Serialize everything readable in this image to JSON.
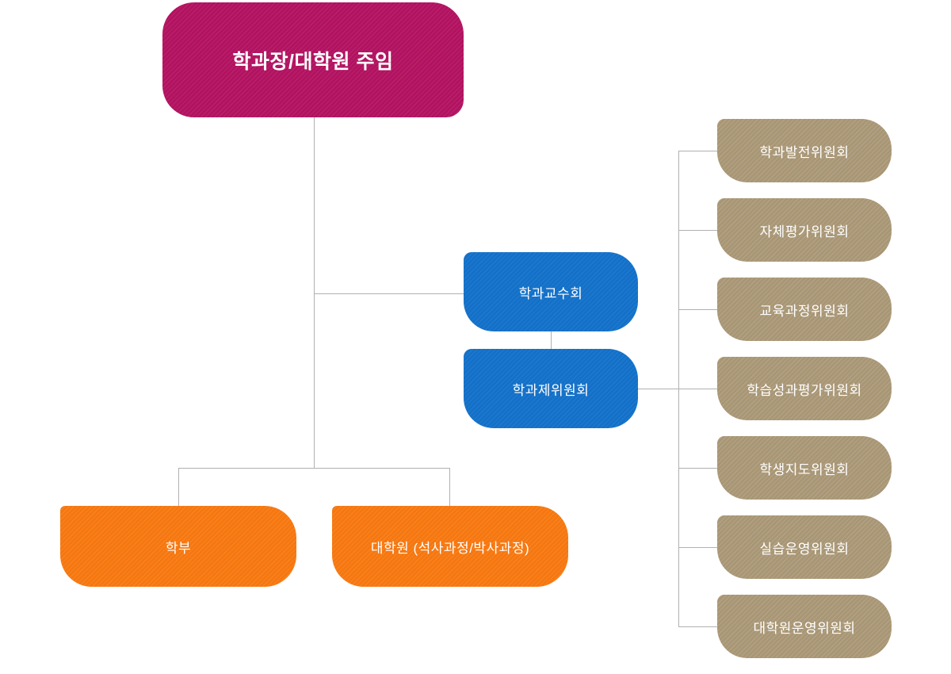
{
  "diagram": {
    "type": "org-chart",
    "root": {
      "label": "학과장/대학원 주임"
    },
    "councils": [
      {
        "label": "학과교수회"
      },
      {
        "label": "학과제위원회"
      }
    ],
    "programs": [
      {
        "label": "학부"
      },
      {
        "label": "대학원 (석사과정/박사과정)"
      }
    ],
    "committees": [
      {
        "label": "학과발전위원회"
      },
      {
        "label": "자체평가위원회"
      },
      {
        "label": "교육과정위원회"
      },
      {
        "label": "학습성과평가위원회"
      },
      {
        "label": "학생지도위원회"
      },
      {
        "label": "실습운영위원회"
      },
      {
        "label": "대학원운영위원회"
      }
    ]
  },
  "colors": {
    "root_bg": "#b11261",
    "root_stripe": "#b92269",
    "council_bg": "#1470c6",
    "council_stripe": "#1e7ad0",
    "program_bg": "#f57711",
    "program_stripe": "#f9831f",
    "committee_bg": "#a89674",
    "committee_stripe": "#b2a286",
    "text": "#ffffff",
    "line": "#b2b0b0"
  }
}
